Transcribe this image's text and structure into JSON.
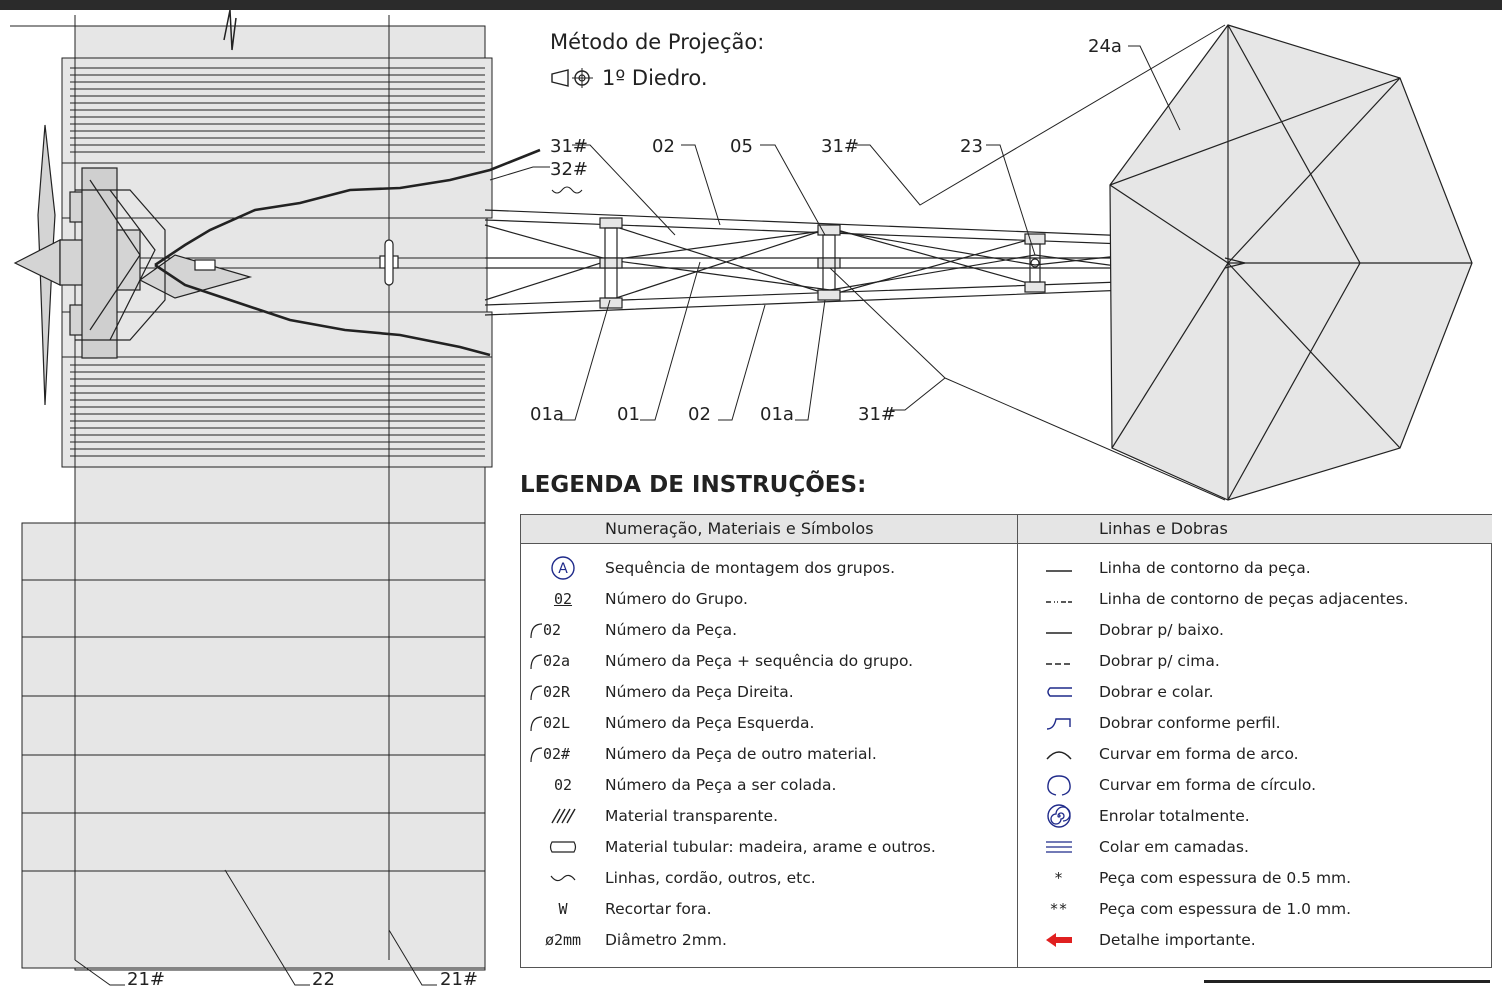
{
  "projection": {
    "title": "Método de Projeção:",
    "method": "1º Diedro."
  },
  "callouts": {
    "c24a": "24a",
    "c31_top_left": "31#",
    "c02_top": "02",
    "c05": "05",
    "c31_top_mid": "31#",
    "c23": "23",
    "c32": "32#",
    "c01a_left": "01a",
    "c01": "01",
    "c02_bottom": "02",
    "c01a_right": "01a",
    "c31_bottom": "31#",
    "c21_left": "21#",
    "c22": "22",
    "c21_right": "21#"
  },
  "legend": {
    "title": "LEGENDA DE INSTRUÇÕES:",
    "left_header": "Numeração, Materiais e Símbolos",
    "right_header": "Linhas e Dobras",
    "left_rows": [
      {
        "symbol": "A",
        "icon": "circled-letter-icon",
        "text": "Sequência de montagem dos grupos."
      },
      {
        "symbol": "02",
        "icon": "underlined-number-icon",
        "text": "Número do Grupo."
      },
      {
        "symbol": "02",
        "icon": "leader-number-icon",
        "text": "Número da Peça."
      },
      {
        "symbol": "02a",
        "icon": "leader-number-icon",
        "text": "Número da Peça + sequência do grupo."
      },
      {
        "symbol": "02R",
        "icon": "leader-number-icon",
        "text": "Número da Peça Direita."
      },
      {
        "symbol": "02L",
        "icon": "leader-number-icon",
        "text": "Número da Peça Esquerda."
      },
      {
        "symbol": "02#",
        "icon": "leader-number-icon",
        "text": "Número da Peça de outro material."
      },
      {
        "symbol": "02",
        "icon": "plain-number-icon",
        "text": "Número da Peça a ser colada."
      },
      {
        "symbol": "",
        "icon": "hatch-icon",
        "text": "Material transparente."
      },
      {
        "symbol": "",
        "icon": "tube-icon",
        "text": "Material tubular: madeira, arame e outros."
      },
      {
        "symbol": "",
        "icon": "wave-icon",
        "text": "Linhas, cordão, outros, etc."
      },
      {
        "symbol": "W",
        "icon": "letter-icon",
        "text": "Recortar fora."
      },
      {
        "symbol": "ø2mm",
        "icon": "diameter-icon",
        "text": "Diâmetro 2mm."
      }
    ],
    "right_rows": [
      {
        "symbol": "",
        "icon": "solid-line-icon",
        "text": "Linha de contorno da peça."
      },
      {
        "symbol": "",
        "icon": "dash-dot-line-icon",
        "text": "Linha de contorno de peças adjacentes."
      },
      {
        "symbol": "",
        "icon": "solid-line-icon",
        "text": "Dobrar p/ baixo."
      },
      {
        "symbol": "",
        "icon": "dashed-line-icon",
        "text": "Dobrar p/ cima."
      },
      {
        "symbol": "",
        "icon": "fold-glue-icon",
        "text": "Dobrar e colar."
      },
      {
        "symbol": "",
        "icon": "profile-fold-icon",
        "text": "Dobrar conforme perfil."
      },
      {
        "symbol": "",
        "icon": "arc-icon",
        "text": "Curvar em forma de arco."
      },
      {
        "symbol": "",
        "icon": "circle-curve-icon",
        "text": "Curvar em forma de círculo."
      },
      {
        "symbol": "",
        "icon": "spiral-icon",
        "text": "Enrolar totalmente."
      },
      {
        "symbol": "",
        "icon": "layers-icon",
        "text": "Colar em camadas."
      },
      {
        "symbol": "*",
        "icon": "asterisk-icon",
        "text": "Peça com espessura de 0.5 mm."
      },
      {
        "symbol": "**",
        "icon": "double-asterisk-icon",
        "text": "Peça com espessura de 1.0 mm."
      },
      {
        "symbol": "",
        "icon": "red-arrow-icon",
        "text": "Detalhe importante."
      }
    ]
  },
  "colors": {
    "panel": "#e6e6e6",
    "line": "#222222",
    "accent_blue": "#1f2a8a",
    "accent_red": "#e02020"
  }
}
